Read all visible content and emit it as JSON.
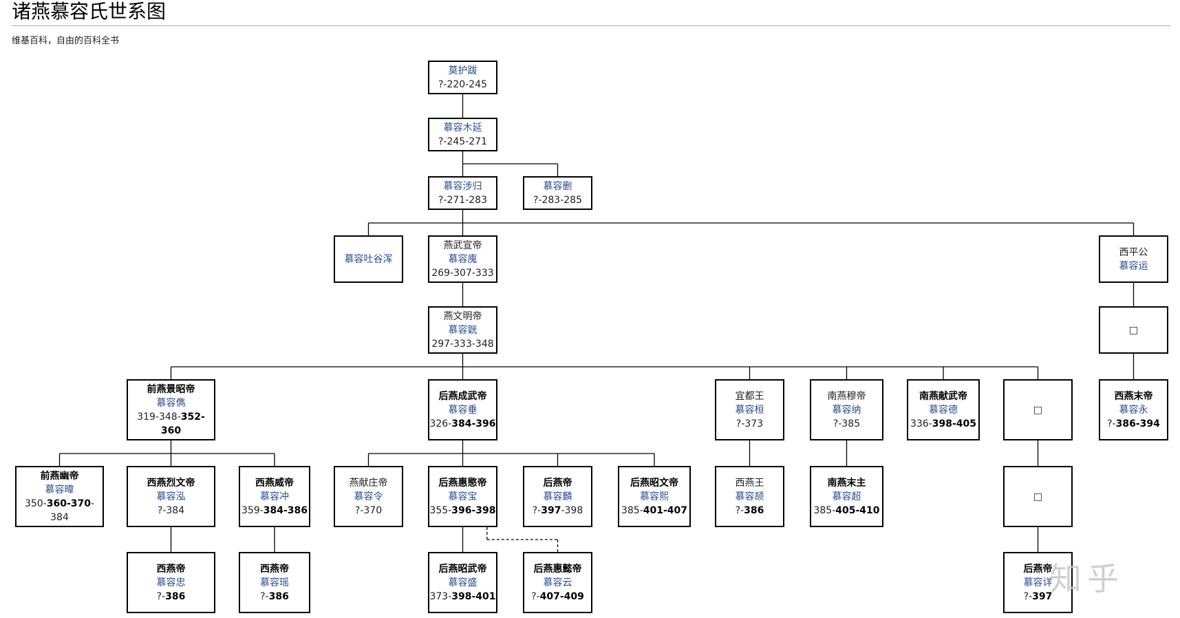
{
  "page": {
    "title": "诸燕慕容氏世系图",
    "subtitle": "维基百科，自由的百科全书",
    "watermark": "知乎"
  },
  "nodes": [
    {
      "id": "mohuba",
      "name": "莫护跋",
      "years": [
        {
          "t": "?-220-245",
          "b": false
        }
      ]
    },
    {
      "id": "muyan",
      "name": "慕容木延",
      "years": [
        {
          "t": "?-245-271",
          "b": false
        }
      ]
    },
    {
      "id": "shegui",
      "name": "慕容涉归",
      "years": [
        {
          "t": "?-271-283",
          "b": false
        }
      ]
    },
    {
      "id": "shan",
      "name": "慕容删",
      "years": [
        {
          "t": "?-283-285",
          "b": false
        }
      ]
    },
    {
      "id": "tuyuhun",
      "name": "慕容吐谷浑",
      "years": []
    },
    {
      "id": "hui",
      "title": "燕武宣帝",
      "name": "慕容廆",
      "years": [
        {
          "t": "269-307-333",
          "b": false
        }
      ]
    },
    {
      "id": "yun",
      "title": "西平公",
      "name": "慕容运",
      "years": []
    },
    {
      "id": "huang",
      "title": "燕文明帝",
      "name": "慕容皝",
      "years": [
        {
          "t": "297-333-348",
          "b": false
        }
      ]
    },
    {
      "id": "unk1",
      "mark": "□"
    },
    {
      "id": "jun",
      "title": "前燕景昭帝",
      "tb": true,
      "name": "慕容儁",
      "years": [
        {
          "t": "319-348-",
          "b": false
        },
        {
          "t": "352-360",
          "b": true
        }
      ]
    },
    {
      "id": "chui",
      "title": "后燕成武帝",
      "tb": true,
      "name": "慕容垂",
      "years": [
        {
          "t": "326-",
          "b": false
        },
        {
          "t": "384-396",
          "b": true
        }
      ]
    },
    {
      "id": "huan",
      "title": "宜都王",
      "name": "慕容桓",
      "years": [
        {
          "t": "?-373",
          "b": false
        }
      ]
    },
    {
      "id": "na",
      "title": "南燕穆帝",
      "name": "慕容纳",
      "years": [
        {
          "t": "?-385",
          "b": false
        }
      ]
    },
    {
      "id": "de",
      "title": "南燕献武帝",
      "tb": true,
      "name": "慕容德",
      "years": [
        {
          "t": "336-",
          "b": false
        },
        {
          "t": "398-405",
          "b": true
        }
      ]
    },
    {
      "id": "unk2",
      "mark": "□"
    },
    {
      "id": "yong",
      "title": "西燕末帝",
      "tb": true,
      "name": "慕容永",
      "years": [
        {
          "t": "?-",
          "b": false
        },
        {
          "t": "386-394",
          "b": true
        }
      ]
    },
    {
      "id": "wei",
      "title": "前燕幽帝",
      "tb": true,
      "name": "慕容暐",
      "years": [
        {
          "t": "350-",
          "b": false
        },
        {
          "t": "360-370",
          "b": true
        },
        {
          "t": "-384",
          "b": false
        }
      ]
    },
    {
      "id": "hong",
      "title": "西燕烈文帝",
      "tb": true,
      "name": "慕容泓",
      "years": [
        {
          "t": "?-384",
          "b": false
        }
      ]
    },
    {
      "id": "chong",
      "title": "西燕威帝",
      "tb": true,
      "name": "慕容冲",
      "years": [
        {
          "t": "359-",
          "b": false
        },
        {
          "t": "384-386",
          "b": true
        }
      ]
    },
    {
      "id": "ling",
      "title": "燕献庄帝",
      "name": "慕容令",
      "years": [
        {
          "t": "?-370",
          "b": false
        }
      ]
    },
    {
      "id": "bao",
      "title": "后燕惠愍帝",
      "tb": true,
      "name": "慕容宝",
      "years": [
        {
          "t": "355-",
          "b": false
        },
        {
          "t": "396-398",
          "b": true
        }
      ]
    },
    {
      "id": "lin",
      "title": "后燕帝",
      "tb": true,
      "name": "慕容麟",
      "years": [
        {
          "t": "?-",
          "b": false
        },
        {
          "t": "397",
          "b": true
        },
        {
          "t": "-398",
          "b": false
        }
      ]
    },
    {
      "id": "xi",
      "title": "后燕昭文帝",
      "tb": true,
      "name": "慕容熙",
      "years": [
        {
          "t": "385-",
          "b": false
        },
        {
          "t": "401-407",
          "b": true
        }
      ]
    },
    {
      "id": "wang",
      "title": "西燕王",
      "name": "慕容颉",
      "years": [
        {
          "t": "?-",
          "b": false
        },
        {
          "t": "386",
          "b": true
        }
      ]
    },
    {
      "id": "chao",
      "title": "南燕末主",
      "tb": true,
      "name": "慕容超",
      "years": [
        {
          "t": "385-",
          "b": false
        },
        {
          "t": "405-410",
          "b": true
        }
      ]
    },
    {
      "id": "unk3",
      "mark": "□"
    },
    {
      "id": "zhong",
      "title": "西燕帝",
      "tb": true,
      "name": "慕容忠",
      "years": [
        {
          "t": "?-",
          "b": false
        },
        {
          "t": "386",
          "b": true
        }
      ]
    },
    {
      "id": "yao",
      "title": "西燕帝",
      "tb": true,
      "name": "慕容瑶",
      "years": [
        {
          "t": "?-",
          "b": false
        },
        {
          "t": "386",
          "b": true
        }
      ]
    },
    {
      "id": "sheng",
      "title": "后燕昭武帝",
      "tb": true,
      "name": "慕容盛",
      "years": [
        {
          "t": "373-",
          "b": false
        },
        {
          "t": "398-401",
          "b": true
        }
      ]
    },
    {
      "id": "yunhy",
      "title": "后燕惠懿帝",
      "tb": true,
      "name": "慕容云",
      "years": [
        {
          "t": "?-",
          "b": false
        },
        {
          "t": "407-409",
          "b": true
        }
      ]
    },
    {
      "id": "xiang",
      "title": "后燕帝",
      "tb": true,
      "name": "慕容详",
      "years": [
        {
          "t": "?-",
          "b": false
        },
        {
          "t": "397",
          "b": true
        }
      ]
    }
  ],
  "edges": [
    {
      "from": "mohuba",
      "to": [
        "muyan"
      ]
    },
    {
      "from": "muyan",
      "to": [
        "shegui",
        "shan"
      ]
    },
    {
      "from": "shegui",
      "to": [
        "tuyuhun",
        "hui",
        "yun"
      ]
    },
    {
      "from": "hui",
      "to": [
        "huang"
      ]
    },
    {
      "from": "yun",
      "to": [
        "unk1"
      ]
    },
    {
      "from": "unk1",
      "to": [
        "yong"
      ]
    },
    {
      "from": "huang",
      "to": [
        "jun",
        "chui",
        "huan",
        "na",
        "de",
        "unk2"
      ]
    },
    {
      "from": "jun",
      "to": [
        "wei",
        "hong",
        "chong"
      ]
    },
    {
      "from": "chui",
      "to": [
        "ling",
        "bao",
        "lin",
        "xi"
      ]
    },
    {
      "from": "hong",
      "to": [
        "zhong"
      ]
    },
    {
      "from": "chong",
      "to": [
        "yao"
      ]
    },
    {
      "from": "bao",
      "to": [
        "sheng"
      ]
    },
    {
      "from": "bao",
      "to": [
        "yunhy"
      ],
      "dashed": true
    },
    {
      "from": "huan",
      "to": [
        "wang"
      ]
    },
    {
      "from": "na",
      "to": [
        "chao"
      ]
    },
    {
      "from": "unk2",
      "to": [
        "unk3"
      ]
    },
    {
      "from": "unk3",
      "to": [
        "xiang"
      ]
    }
  ]
}
